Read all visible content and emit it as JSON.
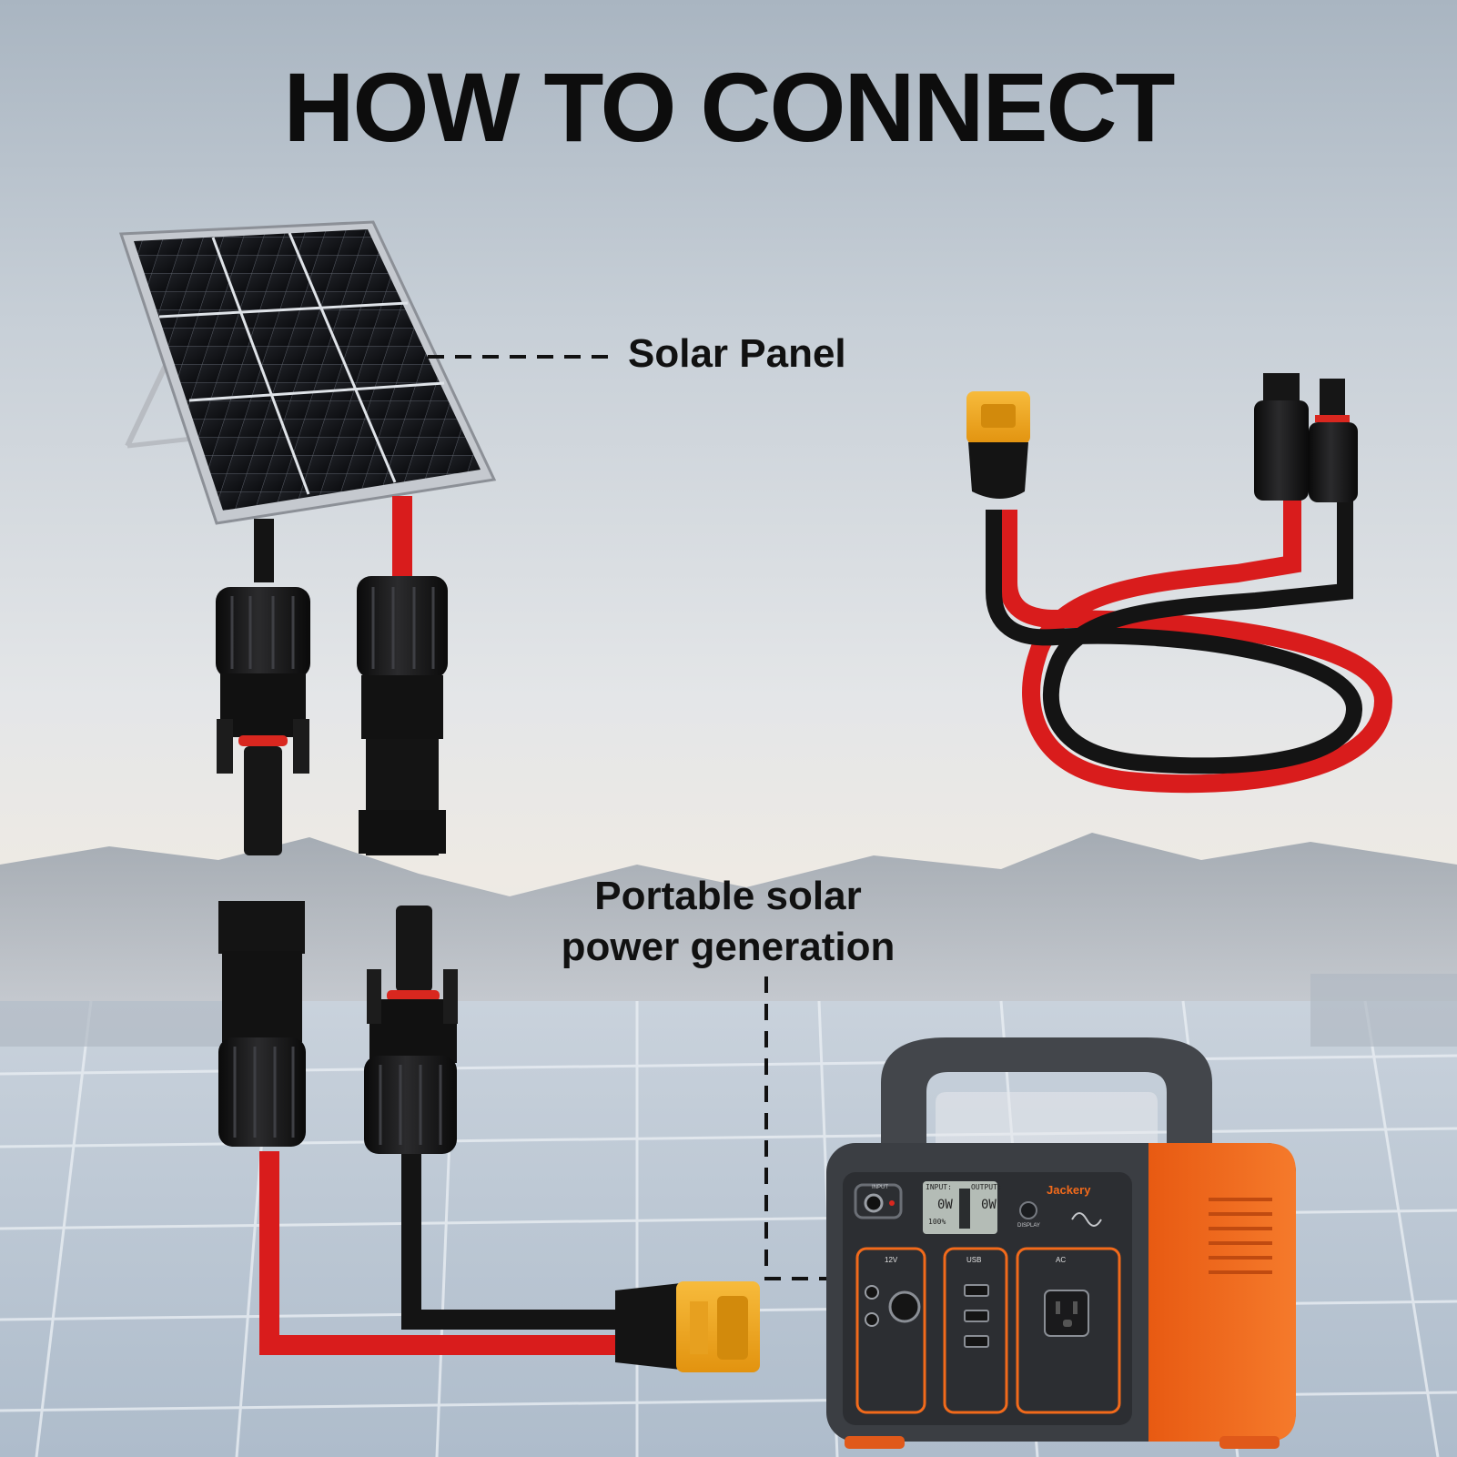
{
  "heading": "HOW TO CONNECT",
  "labels": {
    "solar_panel": "Solar Panel",
    "generation_line1": "Portable solar",
    "generation_line2": "power generation"
  },
  "device": {
    "brand": "Jackery",
    "lcd_input_label": "INPUT:",
    "lcd_output_label": "OUTPUT:",
    "lcd_input_value": "0W",
    "lcd_output_value": "0W",
    "lcd_battery": "100%",
    "display_label": "DISPLAY",
    "input_port_label": "INPUT",
    "port_12v": "12V",
    "port_usb": "USB",
    "port_ac": "AC"
  },
  "colors": {
    "cable_red": "#d91c1c",
    "cable_black": "#141414",
    "connector_yellow": "#f2a81d",
    "device_orange": "#f26a1b",
    "device_body": "#3a3c40"
  }
}
